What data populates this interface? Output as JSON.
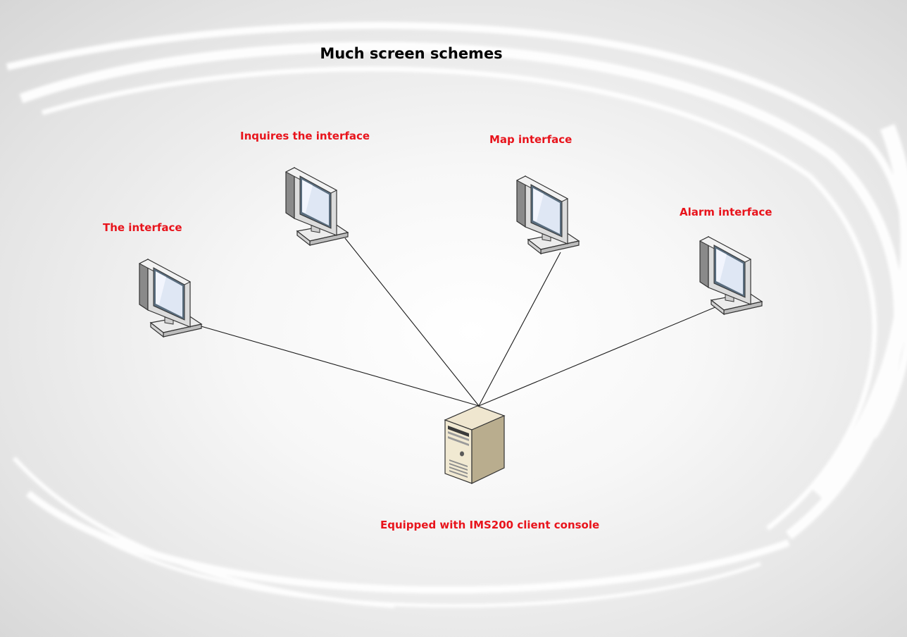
{
  "title": "Much screen schemes",
  "nodes": {
    "the_interface": {
      "label": "The interface",
      "icon": "monitor-icon"
    },
    "inquires_interface": {
      "label": "Inquires the interface",
      "icon": "monitor-icon"
    },
    "map_interface": {
      "label": "Map interface",
      "icon": "monitor-icon"
    },
    "alarm_interface": {
      "label": "Alarm interface",
      "icon": "monitor-icon"
    },
    "client_console": {
      "label": "Equipped with IMS200 client console",
      "icon": "server-tower-icon"
    }
  },
  "edges": [
    [
      "the_interface",
      "client_console"
    ],
    [
      "inquires_interface",
      "client_console"
    ],
    [
      "map_interface",
      "client_console"
    ],
    [
      "alarm_interface",
      "client_console"
    ]
  ],
  "colors": {
    "label": "#e8141c",
    "title": "#000000",
    "wire": "#1a1a1a"
  }
}
